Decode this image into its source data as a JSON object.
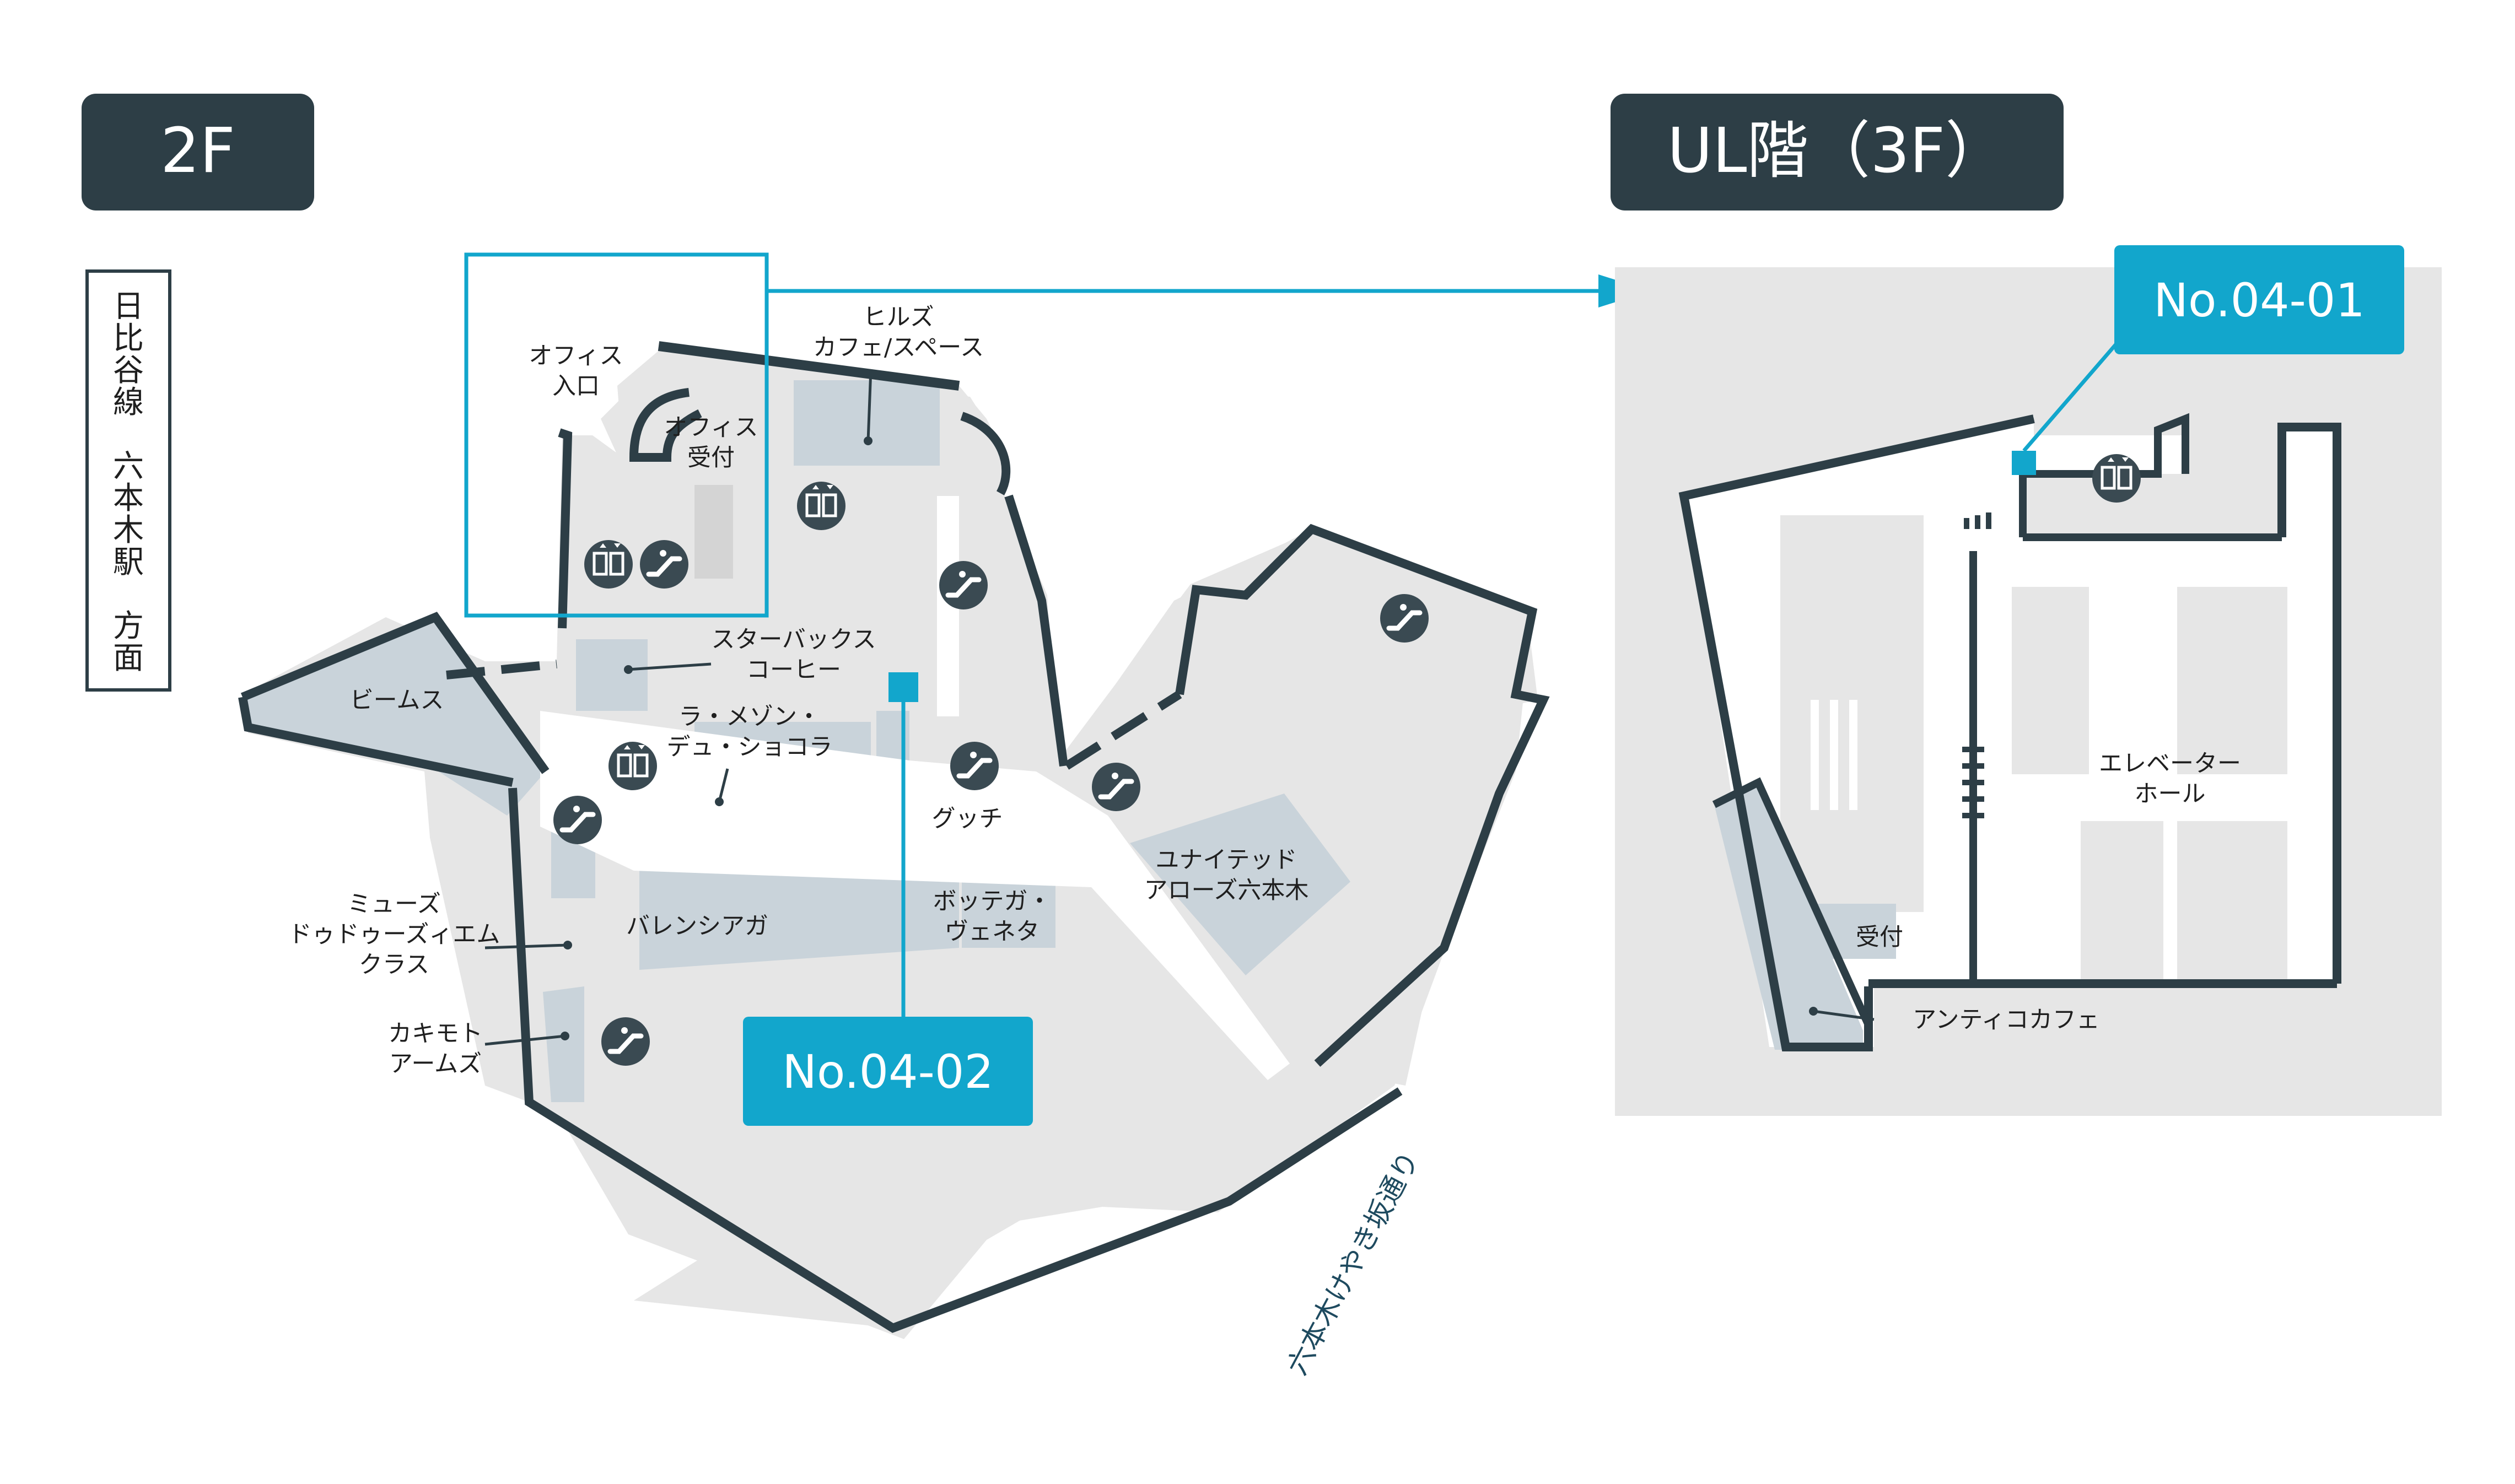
{
  "floors": {
    "left_tag": "2F",
    "right_tag": "UL階（3F）"
  },
  "direction_label": [
    "日",
    "比",
    "谷",
    "線",
    "",
    "六",
    "本",
    "木",
    "駅",
    "",
    "方",
    "面"
  ],
  "street_name": "六本木けやき坂通り",
  "markers": {
    "left": "No.04-02",
    "right": "No.04-01"
  },
  "labels_2f": {
    "office_entrance": [
      "オフィス",
      "入口"
    ],
    "office_reception": [
      "オフィス",
      "受付"
    ],
    "hills_cafe": [
      "ヒルズ",
      "カフェ/スペース"
    ],
    "starbucks": [
      "スターバックス",
      "コーヒー"
    ],
    "la_maison": [
      "ラ・メゾン・",
      "デュ・ショコラ"
    ],
    "beams": "ビームス",
    "gucci": "グッチ",
    "muse": [
      "ミューズ",
      "ドゥドゥーズィエム",
      "クラス"
    ],
    "balenciaga": "バレンシアガ",
    "bottega": [
      "ボッテガ・",
      "ヴェネタ"
    ],
    "united_arrows": [
      "ユナイテッド",
      "アローズ六本木"
    ],
    "kakimoto": [
      "カキモト",
      "アームズ"
    ]
  },
  "labels_3f": {
    "elevator_hall": [
      "エレベーター",
      "ホール"
    ],
    "reception": "受付",
    "antico_cafe": "アンティコカフェ"
  },
  "colors": {
    "dark": "#2d3e46",
    "accent": "#12a6cc",
    "floor": "#e6e6e6",
    "shop": "#c9d3da",
    "bg": "#ffffff"
  },
  "icons": {
    "elevator": "elevator-icon",
    "escalator": "escalator-icon"
  }
}
